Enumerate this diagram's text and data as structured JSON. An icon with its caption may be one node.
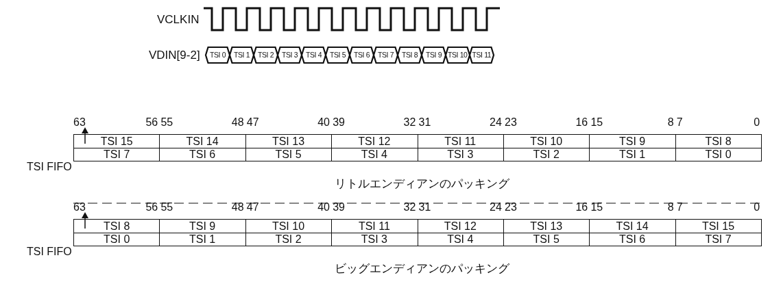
{
  "diagram": {
    "labels": [
      "VCLKIN",
      "VDIN[9-2]",
      "TSI 0",
      "TSI 1",
      "TSI 2",
      "TSI 3",
      "TSI 4",
      "TSI 5",
      "TSI 6",
      "TSI 7",
      "TSI 8",
      "TSI 9",
      "TSI 10",
      "TSI 11",
      "63",
      "56",
      "55",
      "48",
      "47",
      "40",
      "39",
      "32",
      "31",
      "24",
      "23",
      "16",
      "15",
      "8",
      "7",
      "0",
      "TSI 15",
      "TSI 14",
      "TSI 13",
      "TSI 12",
      "TSI 11",
      "TSI 10",
      "TSI 9",
      "TSI 8",
      "TSI 7",
      "TSI 6",
      "TSI 5",
      "TSI 4",
      "TSI 3",
      "TSI 2",
      "TSI 1",
      "TSI 0",
      "TSI FIFO",
      "リトルエンディアンのパッキング",
      "63",
      "56",
      "55",
      "48",
      "47",
      "40",
      "39",
      "32",
      "31",
      "24",
      "23",
      "16",
      "15",
      "8",
      "7",
      "0",
      "TSI 8",
      "TSI 9",
      "TSI 10",
      "TSI 11",
      "TSI 12",
      "TSI 13",
      "TSI 14",
      "TSI 15",
      "TSI 0",
      "TSI 1",
      "TSI 2",
      "TSI 3",
      "TSI 4",
      "TSI 5",
      "TSI 6",
      "TSI 7",
      "TSI FIFO",
      "ビッグエンディアンのパッキング"
    ]
  }
}
